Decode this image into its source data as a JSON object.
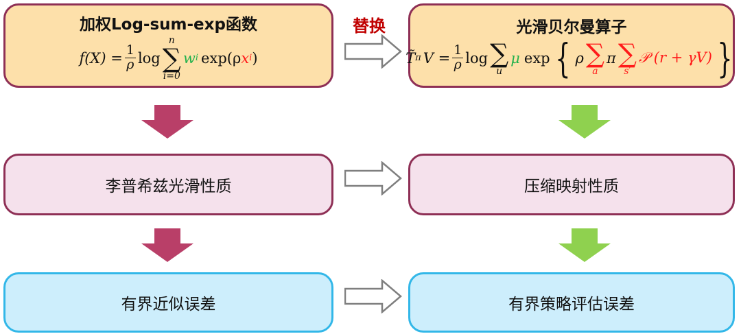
{
  "replace_label": "替换",
  "top_left": {
    "title": "加权Log-sum-exp函数",
    "formula": {
      "lhs": "f(X) =",
      "num": "1",
      "den": "ρ",
      "log": "log",
      "sum_top": "n",
      "sum_bot": "i=0",
      "w": "w",
      "w_sub": "i",
      "exp": "exp(ρ",
      "x": "x",
      "x_sub": "i",
      "close": ")"
    }
  },
  "top_right": {
    "title": "光滑贝尔曼算子",
    "formula": {
      "lhs": "T̃",
      "sup": "π",
      "v": "V =",
      "num": "1",
      "den": "ρ",
      "log": "log",
      "sum_bot_u": "u",
      "mu": "μ",
      "exp": "exp",
      "rho": "ρ",
      "sum_bot_a": "a",
      "pi": "π",
      "sum_bot_s": "s′",
      "p": "𝒫 (r + γV)"
    }
  },
  "mid_left": "李普希兹光滑性质",
  "mid_right": "压缩映射性质",
  "bot_left": "有界近似误差",
  "bot_right": "有界策略评估误差",
  "colors": {
    "left_arrow": "#b93f68",
    "right_arrow": "#8fd14f",
    "hollow_arrow": "#7f7f7f"
  }
}
